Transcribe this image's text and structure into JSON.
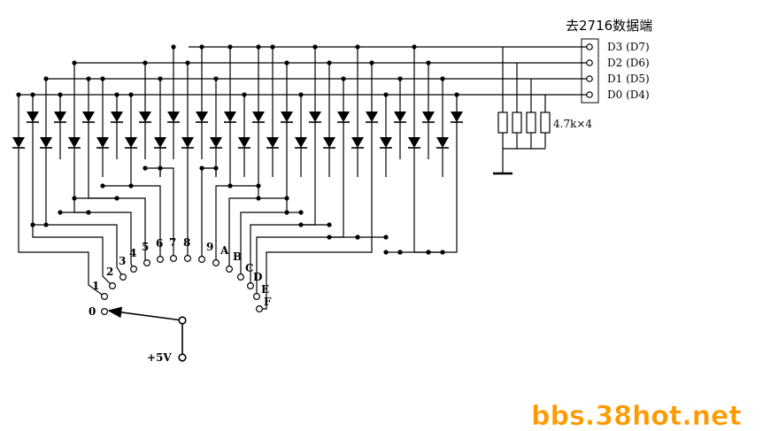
{
  "title": "去2716数据端",
  "data_lines": [
    {
      "label": "D3 (D7)"
    },
    {
      "label": "D2 (D6)"
    },
    {
      "label": "D1 (D5)"
    },
    {
      "label": "D0 (D4)"
    }
  ],
  "resistor_label": "4.7k×4",
  "switch_positions": [
    "0",
    "1",
    "2",
    "3",
    "4",
    "5",
    "6",
    "7",
    "8",
    "9",
    "A",
    "B",
    "C",
    "D",
    "E",
    "F"
  ],
  "supply_label": "+5V",
  "watermark": "bbs.38hot.net",
  "colors": {
    "line": "#000000",
    "watermark": "#ff9900",
    "background": "#ffffff"
  }
}
